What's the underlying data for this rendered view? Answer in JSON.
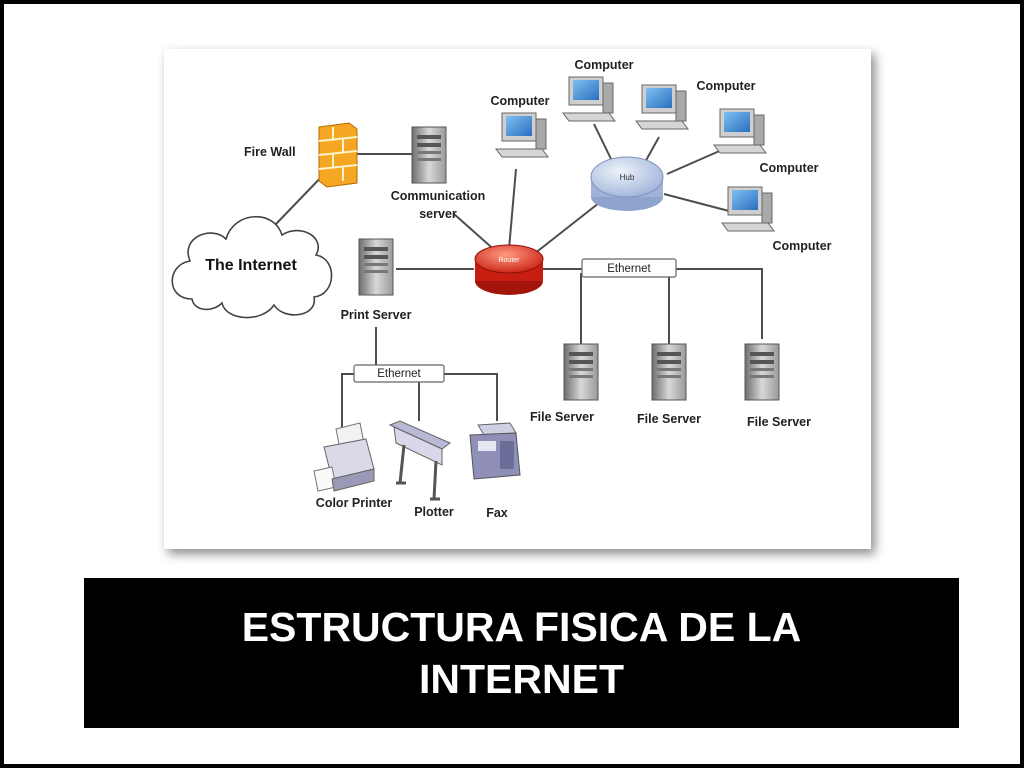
{
  "slide": {
    "title": "ESTRUCTURA FISICA DE LA INTERNET"
  },
  "diagram": {
    "nodes": {
      "internet": "The Internet",
      "firewall": "Fire Wall",
      "comm_server_line1": "Communication",
      "comm_server_line2": "server",
      "print_server": "Print Server",
      "router": "Router",
      "hub": "Hub",
      "computer_1": "Computer",
      "computer_2": "Computer",
      "computer_3": "Computer",
      "computer_4": "Computer",
      "computer_5": "Computer",
      "ethernet_1": "Ethernet",
      "ethernet_2": "Ethernet",
      "file_server_1": "File Server",
      "file_server_2": "File Server",
      "file_server_3": "File Server",
      "color_printer": "Color Printer",
      "plotter": "Plotter",
      "fax": "Fax"
    },
    "colors": {
      "firewall": "#f5a623",
      "router": "#e03a2c",
      "hub": "#b9c9e8",
      "screen": "#3f8fd8"
    }
  }
}
